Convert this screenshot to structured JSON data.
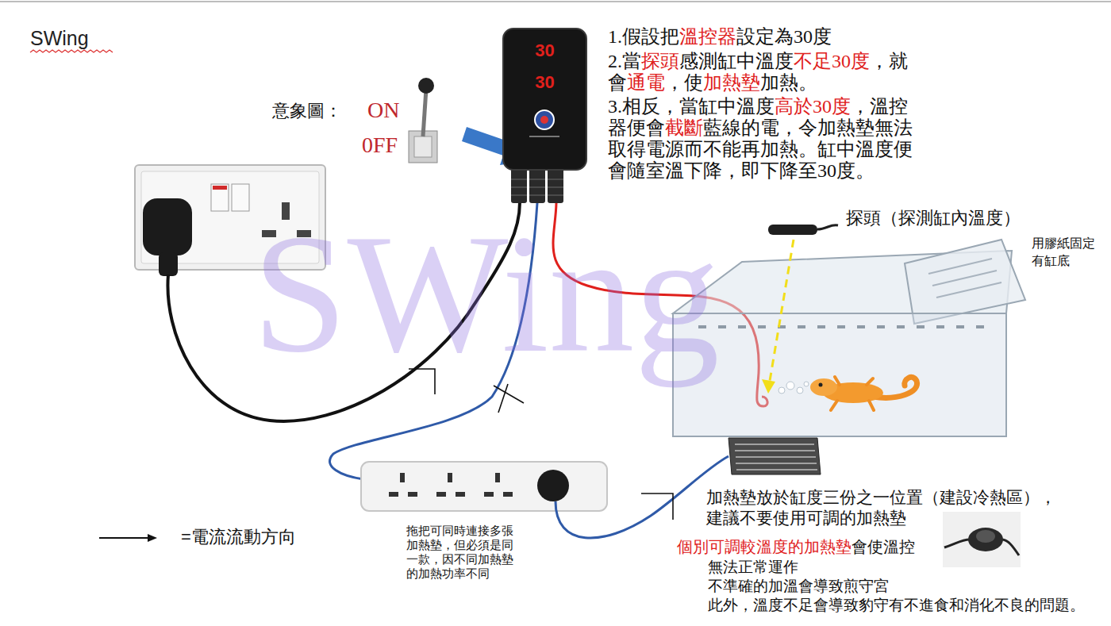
{
  "diagram": {
    "title": "SWing",
    "nodes": [
      {
        "text": [
          "30",
          "30"
        ]
      }
    ],
    "labels": [
      "意象圖：",
      "ON",
      "0FF",
      "1.假設把溫控器設定為30度",
      "2.當探頭感測缸中溫度不足30度，就會通電，使加熱墊加熱。",
      "3.相反，當缸中溫度高於30度，溫控器便會截斷藍線的電，令加熱墊無法取得電源而不能再加熱。缸中溫度便會隨室溫下降，即下降至30度。",
      "探頭（探測缸內溫度）",
      "用膠紙固定有缸底",
      "SWing",
      "拖把可同時連接多張加熱墊，但必須是同一款，因不同加熱墊的加熱功率不同",
      "加熱墊放於缸度三份之一位置（建設冷熱區），建議不要使用可調的加熱墊",
      "個別可調較溫度的加熱墊會使溫控",
      "無法正常運作",
      "不準確的加溫會導致煎守宮",
      "此外，溫度不足會導致豹守有不進食和消化不良的問題。"
    ],
    "legend": [
      {
        "text": "=電流流動方向"
      }
    ]
  }
}
